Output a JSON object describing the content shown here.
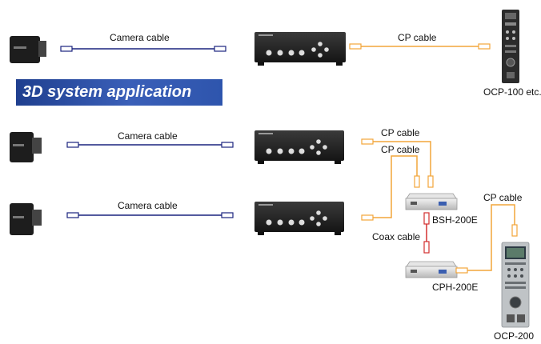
{
  "labels": {
    "top_camera_cable": "Camera cable",
    "top_cp_cable": "CP cable",
    "ocp100": "OCP-100 etc.",
    "banner": "3D system application",
    "cam_cable_1": "Camera cable",
    "cam_cable_2": "Camera cable",
    "cp_cable_a": "CP cable",
    "cp_cable_b": "CP cable",
    "cp_cable_c": "CP cable",
    "bsh": "BSH-200E",
    "coax": "Coax cable",
    "cph": "CPH-200E",
    "ocp200": "OCP-200"
  },
  "colors": {
    "camera_cable": "#1a237e",
    "cp_cable": "#f2a53a",
    "coax_cable": "#d32f2f",
    "banner": "#2e55ad"
  },
  "icons": [
    "camera-head-icon",
    "ccu-unit-icon",
    "ocp-panel-icon",
    "bsh-box-icon",
    "cph-box-icon"
  ]
}
